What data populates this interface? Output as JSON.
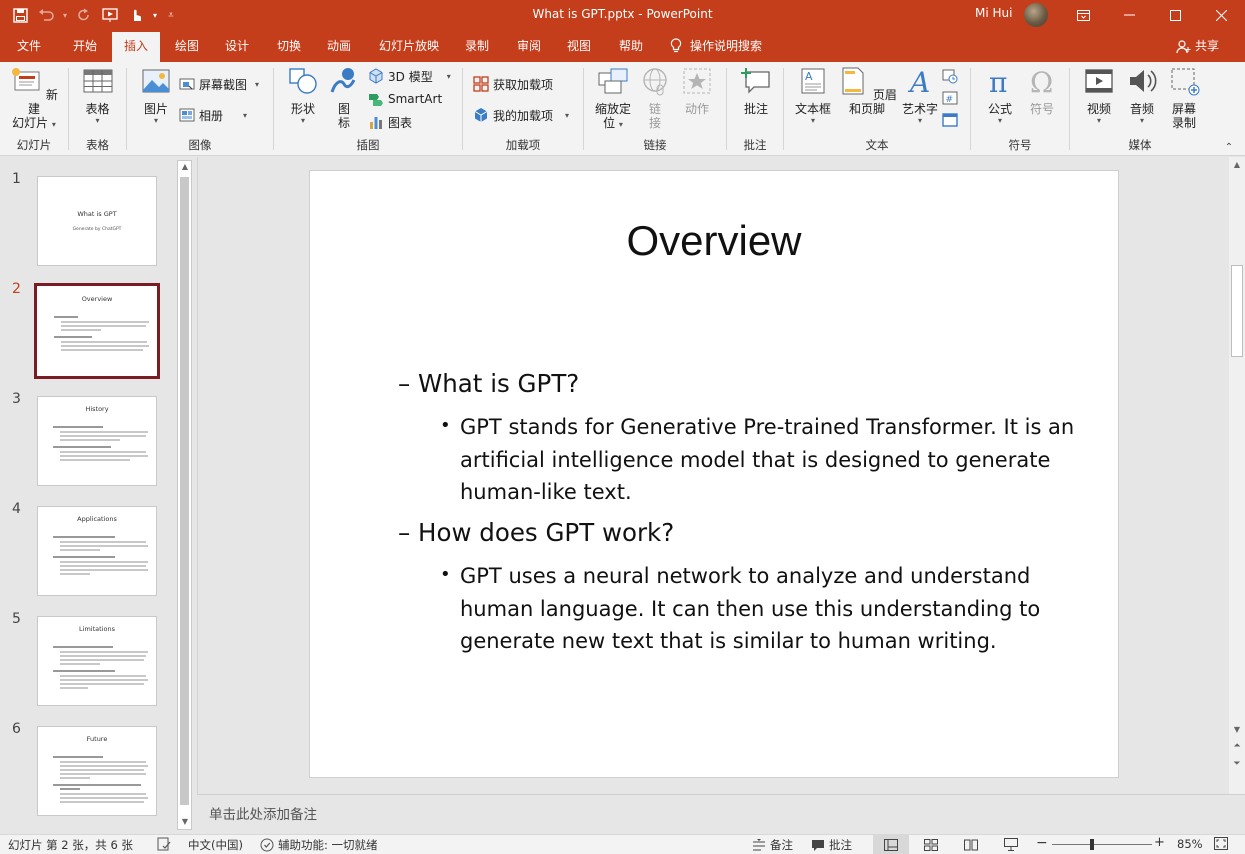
{
  "window": {
    "title": "What is GPT.pptx  -  PowerPoint",
    "user_name": "Mi Hui",
    "accent_color": "#c43e1c"
  },
  "quick_access": [
    "save-icon",
    "undo-icon",
    "redo-icon",
    "present-from-start-icon",
    "touch-mode-icon",
    "customize-icon"
  ],
  "tabs": [
    "文件",
    "开始",
    "插入",
    "绘图",
    "设计",
    "切换",
    "动画",
    "幻灯片放映",
    "录制",
    "审阅",
    "视图",
    "帮助"
  ],
  "active_tab": "插入",
  "tell_me": "操作说明搜索",
  "share_label": "共享",
  "ribbon": {
    "slides": {
      "group": "幻灯片",
      "new_slide_l1": "新建",
      "new_slide_l2": "幻灯片"
    },
    "tables": {
      "group": "表格",
      "table": "表格"
    },
    "images": {
      "group": "图像",
      "pictures": "图片",
      "screenshot": "屏幕截图",
      "album": "相册"
    },
    "illustrations": {
      "group": "插图",
      "shapes": "形状",
      "icons_l1": "图",
      "icons_l2": "标",
      "model3d": "3D 模型",
      "smartart": "SmartArt",
      "chart": "图表"
    },
    "addins": {
      "group": "加载项",
      "get_addins": "获取加载项",
      "my_addins": "我的加载项"
    },
    "links": {
      "group": "链接",
      "zoom_l1": "缩放定",
      "zoom_l2": "位",
      "link_l1": "链",
      "link_l2": "接",
      "action": "动作"
    },
    "comments": {
      "group": "批注",
      "comment": "批注"
    },
    "text": {
      "group": "文本",
      "textbox": "文本框",
      "header_footer": "页眉和页脚",
      "wordart": "艺术字"
    },
    "symbols": {
      "group": "符号",
      "equation": "公式",
      "symbol": "符号"
    },
    "media": {
      "group": "媒体",
      "video": "视频",
      "audio": "音频",
      "screen_rec_l1": "屏幕",
      "screen_rec_l2": "录制"
    }
  },
  "thumbnails": [
    {
      "num": "1",
      "title": "What is GPT",
      "subtitle": "Generate by ChatGPT"
    },
    {
      "num": "2",
      "title": "Overview"
    },
    {
      "num": "3",
      "title": "History"
    },
    {
      "num": "4",
      "title": "Applications"
    },
    {
      "num": "5",
      "title": "Limitations"
    },
    {
      "num": "6",
      "title": "Future"
    }
  ],
  "slide": {
    "title": "Overview",
    "q1": "– What is GPT?",
    "a1": "GPT stands for Generative Pre-trained Transformer. It is an artificial intelligence model that is designed to generate human-like text.",
    "q2": "– How does GPT work?",
    "a2": "GPT uses a neural network to analyze and understand human language. It can then use this understanding to generate new text that is similar to human writing.",
    "bullet": "•"
  },
  "notes_placeholder": "单击此处添加备注",
  "status": {
    "slide_info": "幻灯片 第 2 张，共 6 张",
    "language": "中文(中国)",
    "accessibility": "辅助功能: 一切就绪",
    "notes": "备注",
    "comments": "批注",
    "zoom": "85%"
  }
}
